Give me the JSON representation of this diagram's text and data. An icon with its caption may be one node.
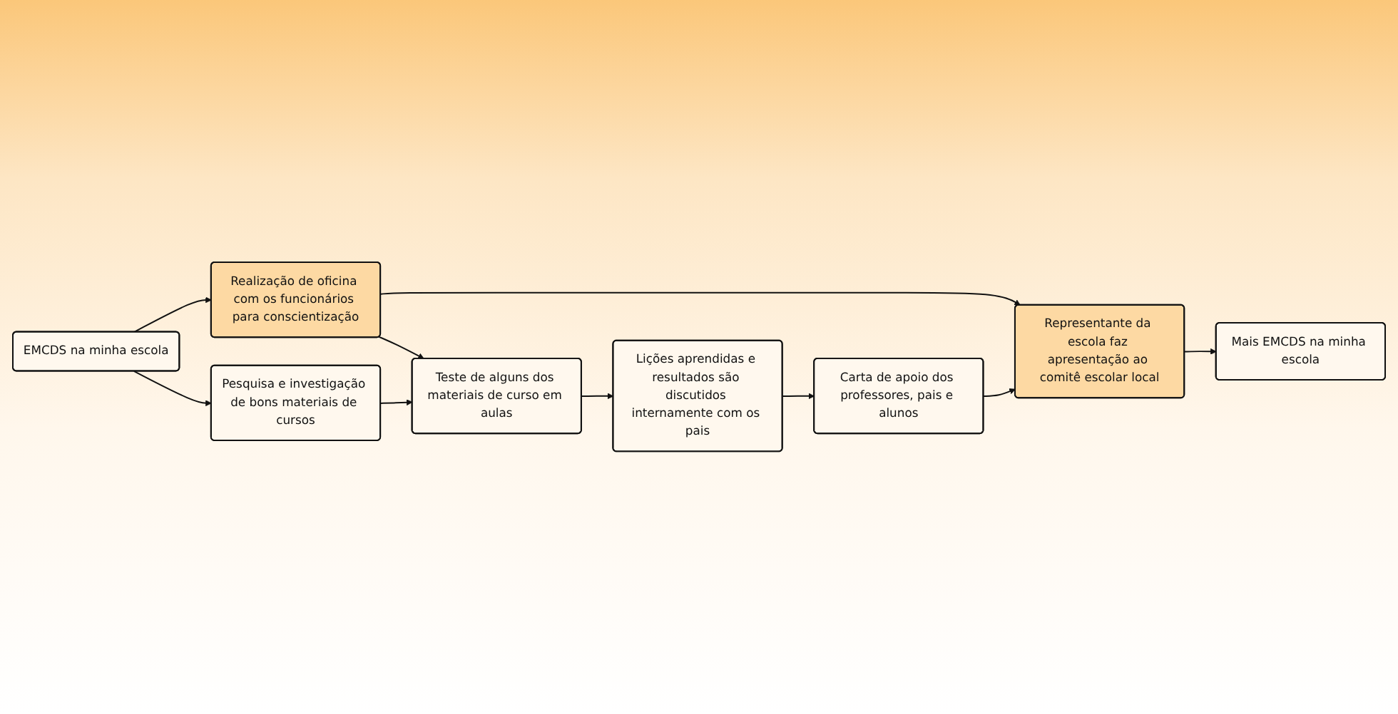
{
  "diagram": {
    "nodes": [
      {
        "text": [
          "EMCDS na minha escola"
        ]
      },
      {
        "text": [
          "Realização de oficina com os funcionários para conscientização"
        ]
      },
      {
        "text": [
          "Pesquisa e investigação de bons materiais de cursos"
        ]
      },
      {
        "text": [
          "Teste de alguns dos materiais de curso em aulas"
        ]
      },
      {
        "text": [
          "Lições aprendidas e resultados são discutidos internamente com os pais"
        ]
      },
      {
        "text": [
          "Carta de apoio dos professores, pais e alunos"
        ]
      },
      {
        "text": [
          "Representante da escola faz apresentação ao comitê escolar local"
        ]
      },
      {
        "text": [
          "Mais EMCDS na minha escola"
        ]
      }
    ],
    "edges": [
      {
        "from": 0,
        "to": 1,
        "arrow": "to"
      },
      {
        "from": 0,
        "to": 2,
        "arrow": "to"
      },
      {
        "from": 1,
        "to": 6,
        "arrow": "to"
      },
      {
        "from": 1,
        "to": 3,
        "arrow": "to"
      },
      {
        "from": 2,
        "to": 3,
        "arrow": "to"
      },
      {
        "from": 3,
        "to": 4,
        "arrow": "to"
      },
      {
        "from": 4,
        "to": 5,
        "arrow": "to"
      },
      {
        "from": 5,
        "to": 6,
        "arrow": "to"
      },
      {
        "from": 6,
        "to": 7,
        "arrow": "to"
      }
    ]
  }
}
